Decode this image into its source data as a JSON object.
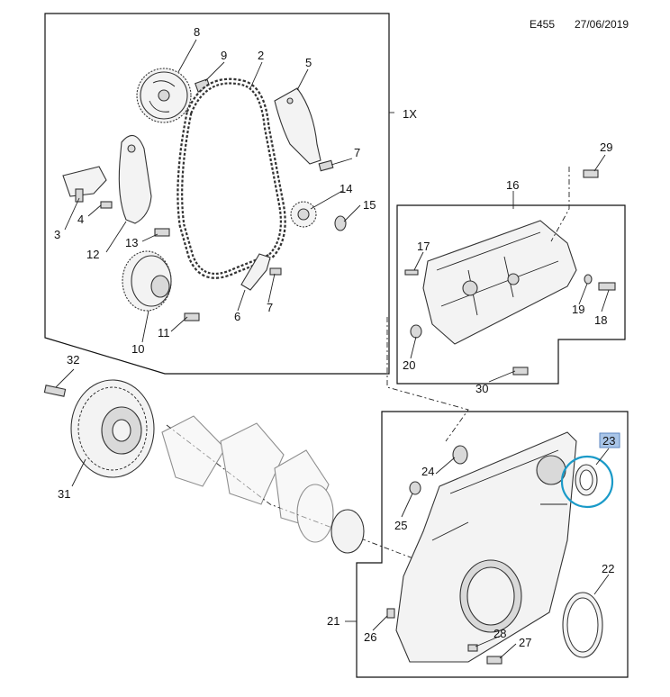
{
  "header": {
    "code": "E455",
    "date": "27/06/2019"
  },
  "group_label": "1X",
  "highlight": {
    "part": "23",
    "color": "#1a9ac8"
  },
  "callouts": [
    "2",
    "3",
    "4",
    "5",
    "6",
    "7",
    "7",
    "8",
    "9",
    "10",
    "11",
    "12",
    "13",
    "14",
    "15",
    "16",
    "17",
    "18",
    "19",
    "20",
    "21",
    "22",
    "23",
    "24",
    "25",
    "26",
    "27",
    "28",
    "29",
    "30",
    "31",
    "32"
  ]
}
